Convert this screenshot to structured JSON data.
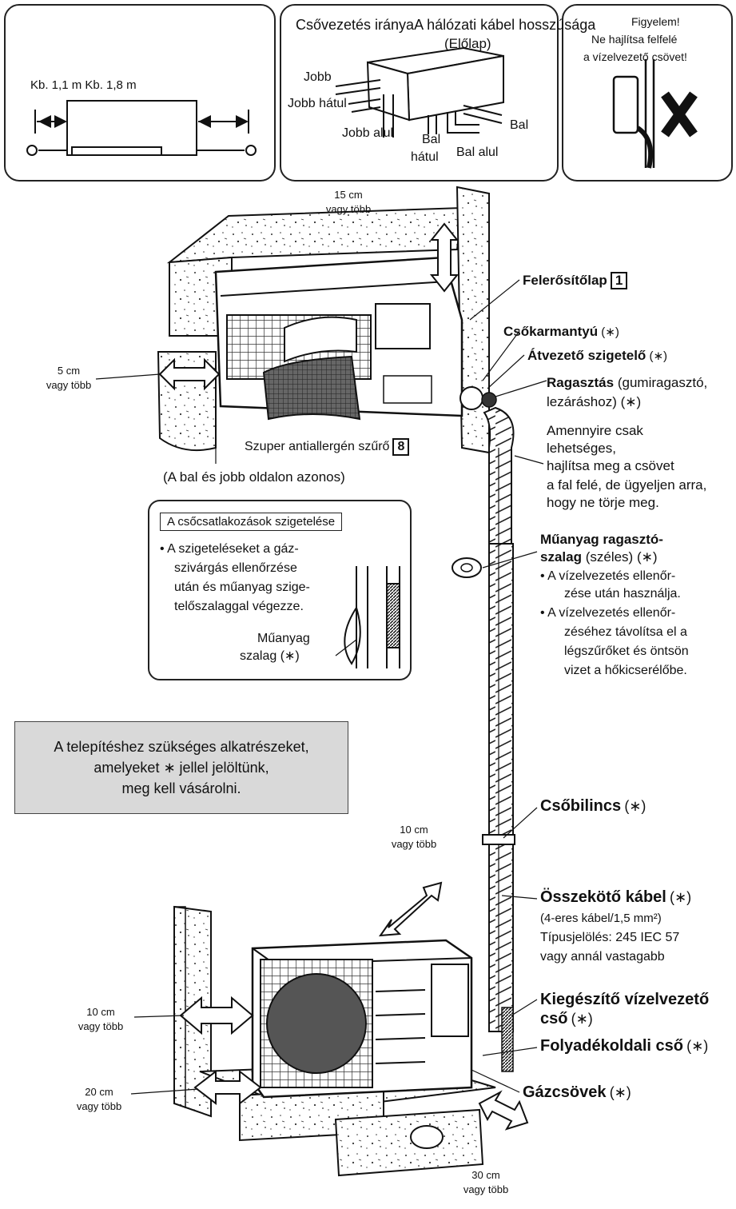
{
  "panel1": {
    "dim_label": "Kb. 1,1 m Kb. 1,8 m"
  },
  "panel2": {
    "title": "Csővezetés irányaA hálózati kábel hosszúsága",
    "subtitle": "(Előlap)",
    "jobb": "Jobb",
    "jobb_hatul": "Jobb hátul",
    "jobb_alul": "Jobb alul",
    "bal_hatul_1": "Bal",
    "bal_hatul_2": "hátul",
    "bal_alul": "Bal alul",
    "bal": "Bal"
  },
  "panel3": {
    "line1": "Figyelem!",
    "line2": "Ne hajlítsa felfelé",
    "line3": "a vízelvezető csövet!"
  },
  "clearances": {
    "top_1": "15 cm",
    "top_2": "vagy több",
    "left_1": "5 cm",
    "left_2": "vagy több",
    "outdoor_top_1": "10 cm",
    "outdoor_top_2": "vagy több",
    "outdoor_left_1": "10 cm",
    "outdoor_left_2": "vagy több",
    "outdoor_low_1": "20 cm",
    "outdoor_low_2": "vagy több",
    "outdoor_bottom_1": "30 cm",
    "outdoor_bottom_2": "vagy több"
  },
  "indoor": {
    "filter_label": "Szuper antiallergén szűrő",
    "filter_num": "8",
    "same_sides": "(A bal és jobb oldalon azonos)"
  },
  "labels": {
    "plate": "Felerősítőlap",
    "plate_num": "1",
    "sleeve": "Csőkarmantyú",
    "sleeve_mark": "(∗)",
    "insul": "Átvezető szigetelő",
    "insul_mark": "(∗)",
    "putty_bold": "Ragasztás",
    "putty_rest": " (gumiragasztó,",
    "putty_line2": "lezáráshoz) (∗)",
    "bend_1": "Amennyire csak",
    "bend_2": "lehetséges,",
    "bend_3": "hajlítsa meg a csövet",
    "bend_4": "a fal felé, de ügyeljen arra,",
    "bend_5": "hogy ne törje meg.",
    "tape_1": "Műanyag ragasztó-",
    "tape_2_bold": "szalag",
    "tape_2_rest": " (széles) (∗)",
    "tape_b1_1": "• A vízelvezetés  ellenőr-",
    "tape_b1_2": "zése után használja.",
    "tape_b2_1": "• A vízelvezetés  ellenőr-",
    "tape_b2_2": "zéséhez  távolítsa  el a",
    "tape_b2_3": "légszűrőket  és  öntsön",
    "tape_b2_4": "vizet a hőkicserélőbe.",
    "clamp": "Csőbilincs",
    "clamp_mark": "(∗)",
    "cable": "Összekötő kábel",
    "cable_mark": "(∗)",
    "cable_2": "(4-eres kábel/1,5 mm²)",
    "cable_3": "Típusjelölés: 245 IEC 57",
    "cable_4": "vagy annál vastagabb",
    "drain_1": "Kiegészítő vízelvezető",
    "drain_2": "cső",
    "drain_mark": "(∗)",
    "liquid": "Folyadékoldali cső",
    "liquid_mark": "(∗)",
    "gas": "Gázcsövek",
    "gas_mark": "(∗)"
  },
  "insulation_box": {
    "title": "A csőcsatlakozások szigetelése",
    "l1": "• A szigeteléseket  a  gáz-",
    "l2": "szivárgás    ellenőrzése",
    "l3": "után és műanyag szige-",
    "l4": "telőszalaggal végezze.",
    "tape_1": "Műanyag",
    "tape_2": "szalag (∗)"
  },
  "note_box": {
    "l1": "A telepítéshez szükséges alkatrészeket,",
    "l2": "amelyeket ∗ jellel jelöltünk,",
    "l3": "meg kell vásárolni."
  }
}
